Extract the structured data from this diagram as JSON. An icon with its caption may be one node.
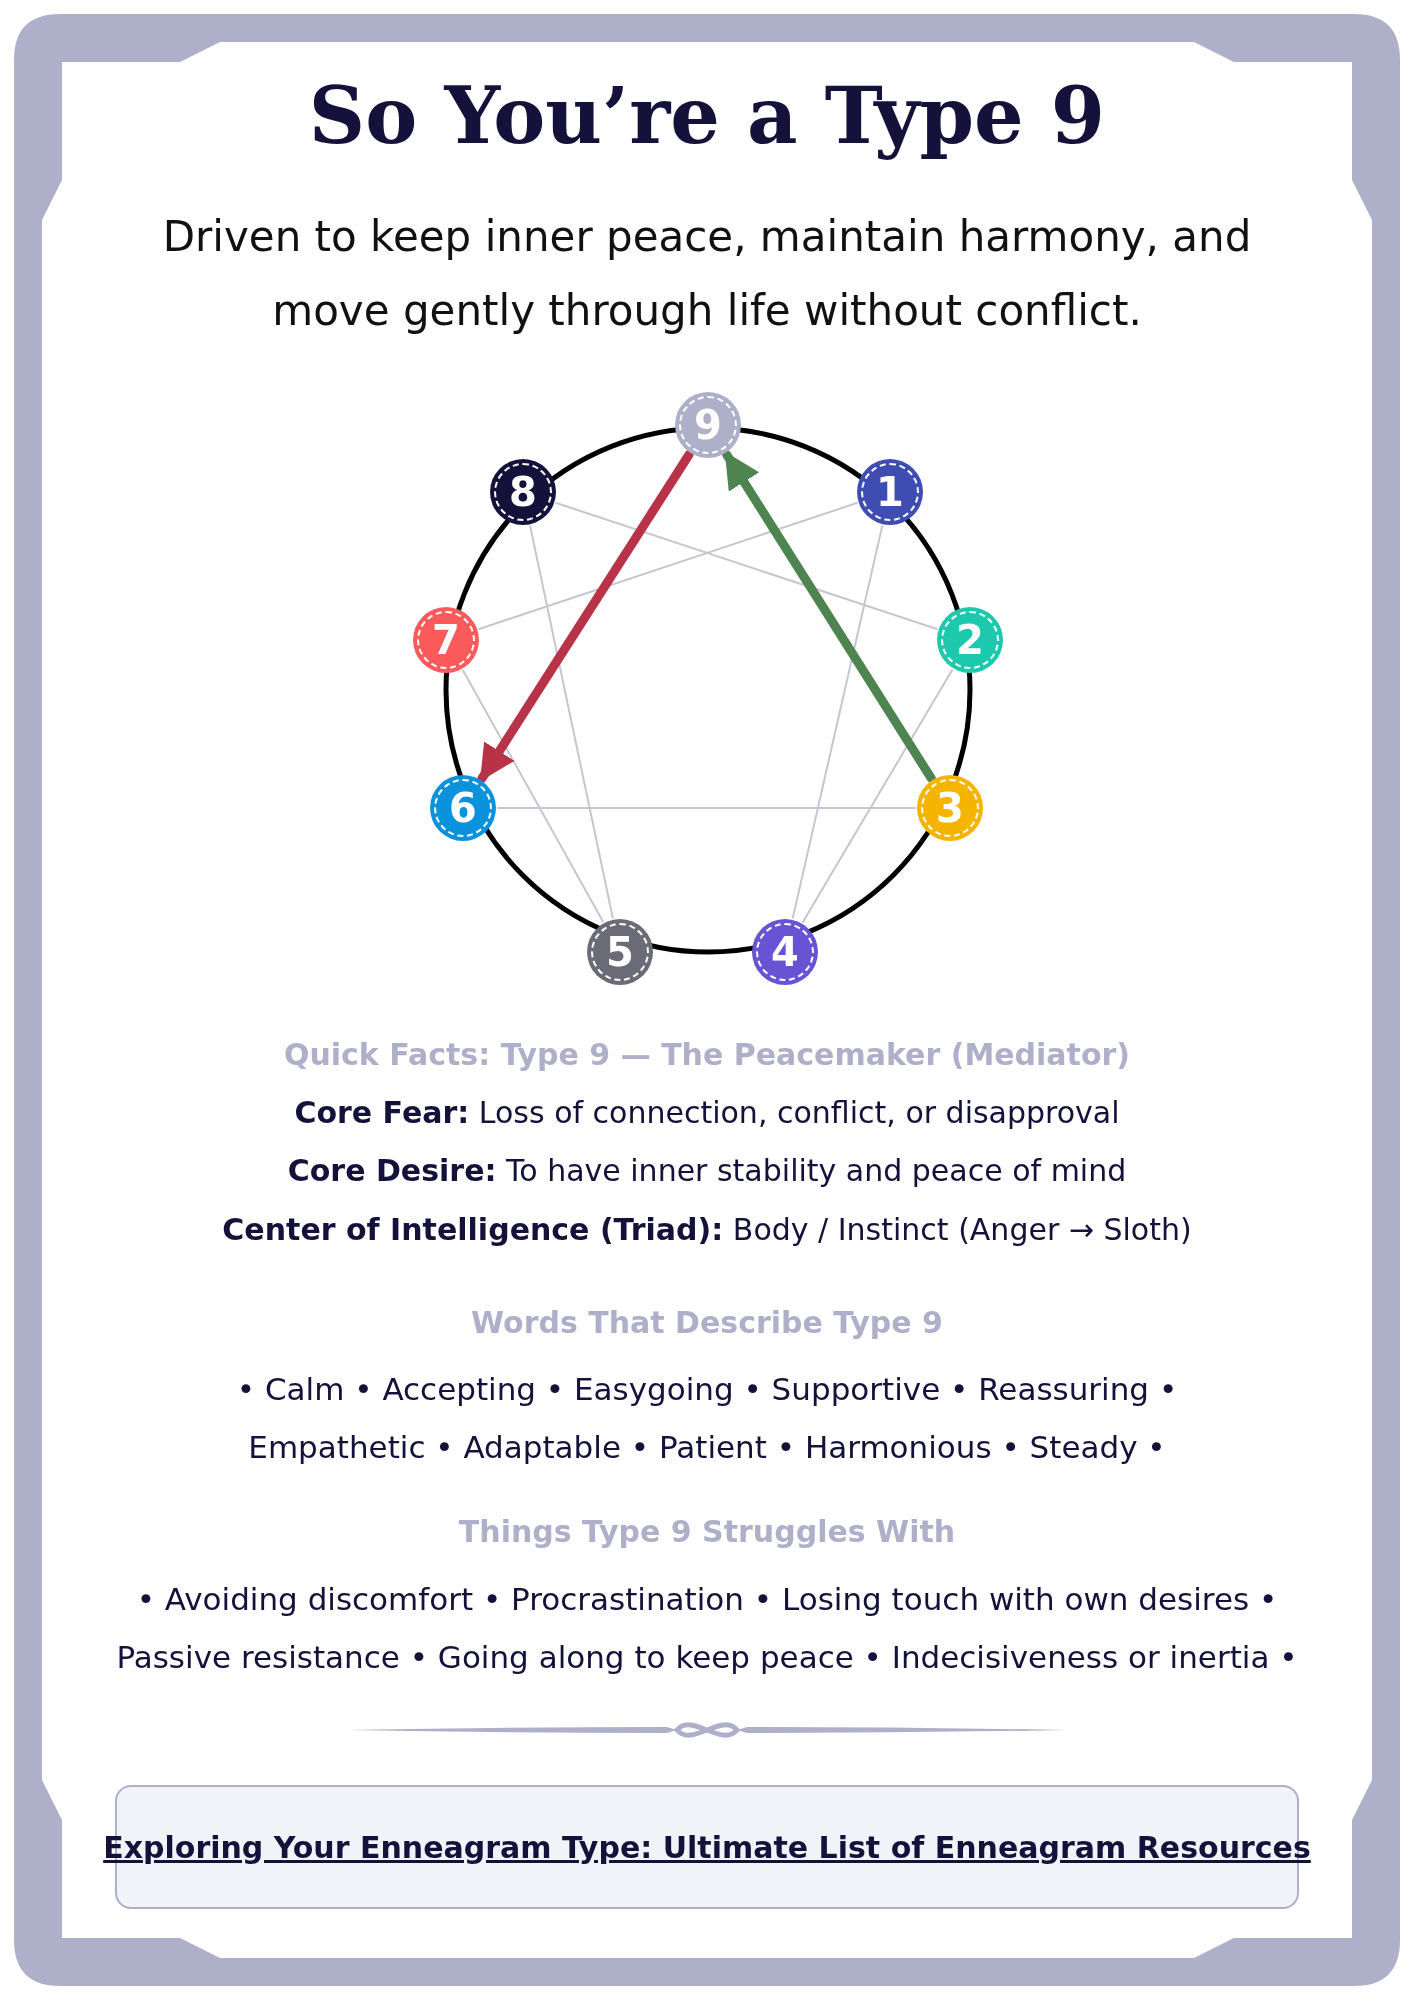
{
  "diagram": {
    "title": "So You’re a Type 9",
    "nodes": [
      {
        "text": [
          "9"
        ]
      },
      {
        "text": [
          "8"
        ]
      },
      {
        "text": [
          "1"
        ]
      },
      {
        "text": [
          "7"
        ]
      },
      {
        "text": [
          "2"
        ]
      },
      {
        "text": [
          "6"
        ]
      },
      {
        "text": [
          "3"
        ]
      },
      {
        "text": [
          "5"
        ]
      },
      {
        "text": [
          "4"
        ]
      },
      {
        "text": [
          "Exploring Your Enneagram Type: Ultimate List of Enneagram Resources"
        ]
      }
    ],
    "edges": [
      {
        "from": 2,
        "to": 8,
        "arrow": "none"
      },
      {
        "from": 8,
        "to": 4,
        "arrow": "none"
      },
      {
        "from": 4,
        "to": 1,
        "arrow": "none"
      },
      {
        "from": 1,
        "to": 7,
        "arrow": "none"
      },
      {
        "from": 7,
        "to": 3,
        "arrow": "none"
      },
      {
        "from": 3,
        "to": 2,
        "arrow": "none"
      },
      {
        "from": 6,
        "to": 5,
        "arrow": "none"
      },
      {
        "from": 0,
        "to": 5,
        "arrow": "to",
        "style": "thick",
        "color": "#b83347"
      },
      {
        "from": 6,
        "to": 0,
        "arrow": "to",
        "style": "thick",
        "color": "#4e8450"
      }
    ],
    "labels": [
      "Driven to keep inner peace, maintain harmony, and move gently through life without conflict.",
      "Quick Facts: Type 9 — The Peacemaker (Mediator)",
      "**Core Fear:** Loss of connection, conflict, or disapproval",
      "**Core Desire:** To have inner stability and peace of mind",
      "**Center of Intelligence (Triad):** Body / Instinct (Anger → Sloth)",
      "Words That Describe Type 9",
      "• Calm • Accepting • Easygoing • Supportive • Reassuring • Empathetic • Adaptable • Patient • Harmonious • Steady •",
      "Things Type 9 Struggles With",
      "• Avoiding discomfort • Procrastination • Losing touch with own desires • Passive resistance • Going along to keep peace • Indecisiveness or inertia •"
    ]
  }
}
